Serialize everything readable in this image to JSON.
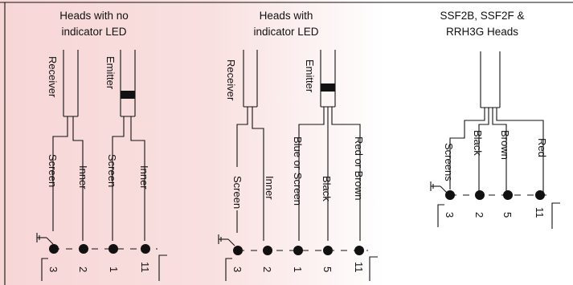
{
  "colors": {
    "panel_tint": "#f7d6d6",
    "line": "#111111",
    "background": "#ffffff"
  },
  "panels": [
    {
      "heading": [
        "Heads with no",
        "indicator LED"
      ],
      "cables": [
        {
          "label": "Receiver",
          "band": false
        },
        {
          "label": "Emitter",
          "band": true
        }
      ],
      "wires": [
        "Screen",
        "Inner",
        "Screen",
        "Inner"
      ],
      "terminals": [
        "3",
        "2",
        "1",
        "11"
      ],
      "ground_icon": "ground-icon"
    },
    {
      "heading": [
        "Heads with",
        "indicator LED"
      ],
      "cables": [
        {
          "label": "Receiver",
          "band": false
        },
        {
          "label": "Emitter",
          "band": true
        }
      ],
      "wires": [
        "Screen",
        "Inner",
        "Blue or Screen",
        "Black",
        "Red or Brown"
      ],
      "terminals": [
        "3",
        "2",
        "1",
        "5",
        "11"
      ],
      "ground_icon": "ground-icon"
    },
    {
      "heading": [
        "SSF2B, SSF2F &",
        "RRH3G Heads"
      ],
      "wires": [
        "Screens",
        "Black",
        "Brown",
        "Red"
      ],
      "terminals": [
        "3",
        "2",
        "5",
        "11"
      ],
      "ground_icon": "ground-icon"
    }
  ]
}
